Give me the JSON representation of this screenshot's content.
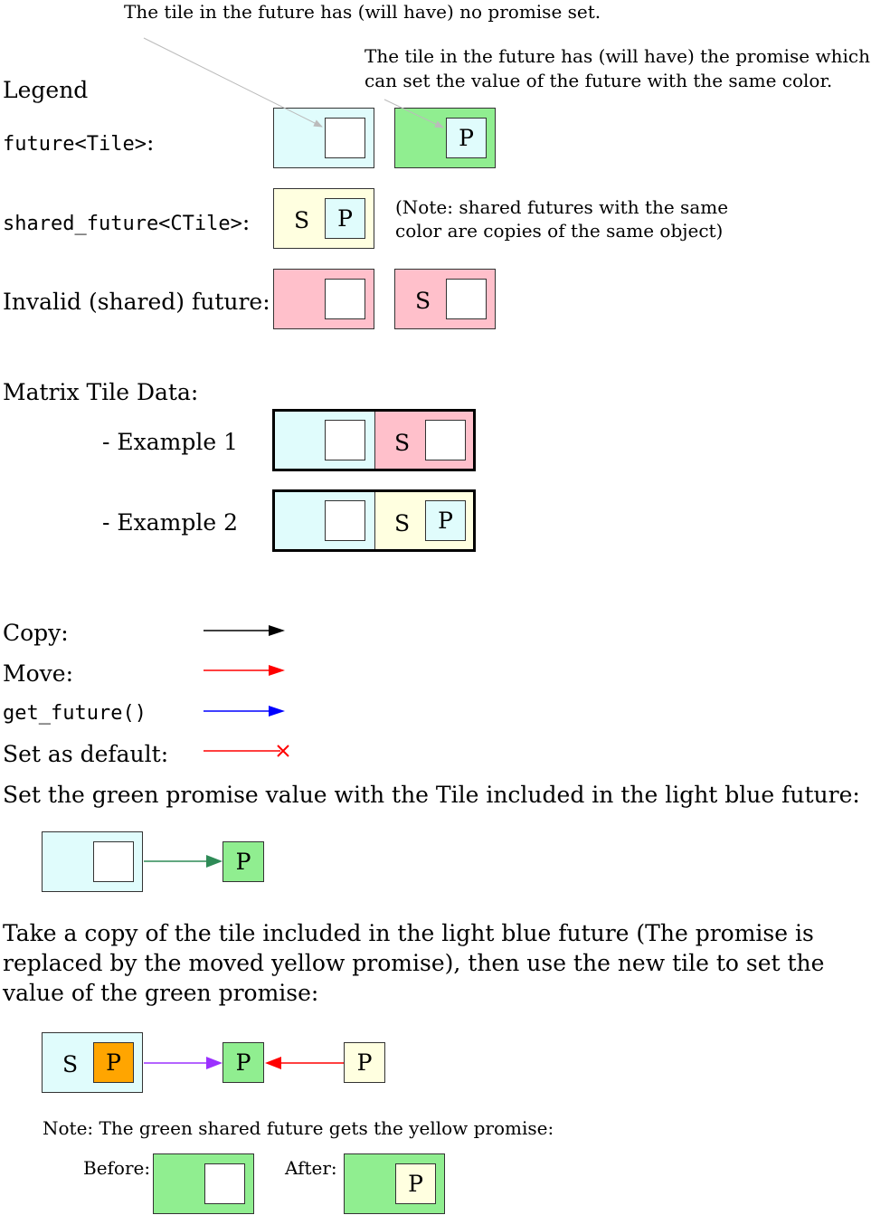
{
  "annotations": {
    "no_promise": "The tile in the future has (will have) no promise set.",
    "with_promise_line1": "The tile in the future has (will have) the promise which",
    "with_promise_line2": "can set the value of the future with the same color."
  },
  "legend": {
    "title": "Legend",
    "future_label": "future<Tile>",
    "shared_future_label": "shared_future<CTile>",
    "label_suffix": ":",
    "shared_note_line1": "(Note: shared futures with the same",
    "shared_note_line2": "color are copies of the same object)",
    "invalid_label": "Invalid (shared) future:"
  },
  "matrix": {
    "title": "Matrix Tile Data:",
    "example1": "- Example 1",
    "example2": "- Example 2"
  },
  "arrow_legend": {
    "copy": "Copy:",
    "move": "Move:",
    "get_future": "get_future()",
    "set_default": "Set as default:"
  },
  "letters": {
    "promise": "P",
    "shared": "S"
  },
  "sections": {
    "set_green": "Set the green promise value with the Tile included in the light blue future:",
    "take_copy": "Take a copy of the tile included in the light blue future (The promise is replaced by the moved yellow promise), then use the new tile to set the value of the green promise:",
    "note": "Note: The green shared future gets the yellow promise:",
    "before": "Before:",
    "after": "After:"
  },
  "colors": {
    "light_blue": "#e0fcfc",
    "green": "#90ee90",
    "light_yellow": "#ffffe0",
    "pink": "#ffc0cb",
    "orange": "#ffa500",
    "copy_arrow": "#000000",
    "move_arrow": "#ff0000",
    "get_future_arrow": "#0000ff",
    "set_default_arrow": "#ff0000",
    "set_value_arrow": "#2e8b57",
    "copy_set_arrow": "#9b30ff",
    "annotation_arrow": "#bbbbbb"
  }
}
